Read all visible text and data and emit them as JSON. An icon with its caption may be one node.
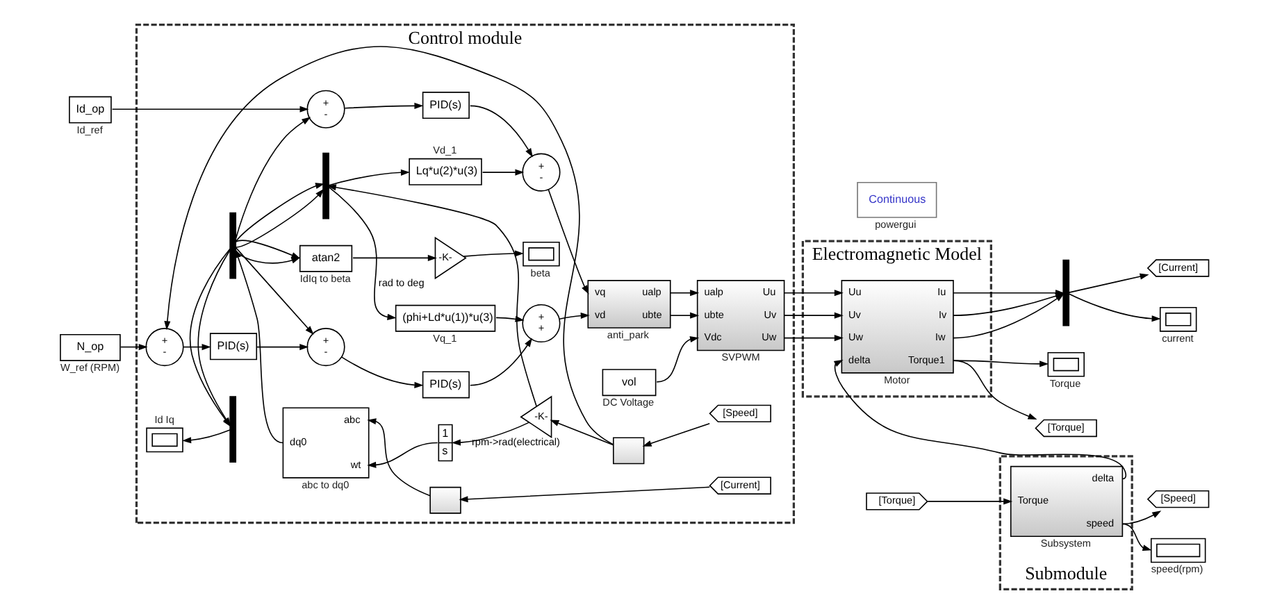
{
  "diagram": {
    "nodes": [
      {
        "text": [
          "Control module"
        ]
      },
      {
        "text": [
          "Electromagnetic Model"
        ]
      },
      {
        "text": [
          "Id_op"
        ],
        "beside": [
          "Id_ref"
        ]
      },
      {
        "text": [
          "+",
          "-"
        ],
        "in": 0
      },
      {
        "text": [
          "PID(s)"
        ],
        "in": 0
      },
      {
        "text": [
          "+",
          "-"
        ],
        "in": 0
      },
      {
        "text": [
          "vq",
          "ualp",
          "vd",
          "ubte"
        ],
        "beside": [
          "anti_park"
        ],
        "in": 0
      },
      {
        "text": [
          "ualp",
          "Uu",
          "ubte",
          "Uv",
          "Vdc",
          "Uw"
        ],
        "beside": [
          "SVPWM"
        ],
        "in": 0
      },
      {
        "text": [
          "Uu",
          "Iu",
          "Uv",
          "Iv",
          "Uw",
          "Iw",
          "delta",
          "Torque1"
        ],
        "beside": [
          "Motor"
        ],
        "in": 1
      },
      {
        "text": [],
        "shape": "bar"
      },
      {
        "text": [
          "[Current]"
        ]
      },
      {
        "text": [],
        "shape": "box",
        "beside": [
          "current"
        ]
      },
      {
        "text": [],
        "shape": "bar",
        "in": 0
      },
      {
        "text": [
          "Lq*u(2)*u(3)"
        ],
        "beside": [
          "Vd_1"
        ],
        "in": 0
      },
      {
        "text": [
          "(phi+Ld*u(1))*u(3)"
        ],
        "beside": [
          "Vq_1"
        ],
        "in": 0
      },
      {
        "text": [
          "vol"
        ],
        "beside": [
          "DC Voltage"
        ],
        "in": 0
      },
      {
        "text": [],
        "shape": "box",
        "beside": [
          "Torque"
        ]
      },
      {
        "text": [
          "[Torque]"
        ]
      },
      {
        "text": [
          "N_op"
        ],
        "beside": [
          "W_ref (RPM)"
        ]
      },
      {
        "text": [
          "+",
          "-"
        ],
        "in": 0
      },
      {
        "text": [
          "PID(s)"
        ],
        "in": 0
      },
      {
        "text": [
          "+",
          "-"
        ],
        "in": 0
      },
      {
        "text": [
          "PID(s)"
        ],
        "in": 0
      },
      {
        "text": [
          "+",
          "+"
        ],
        "in": 0
      },
      {
        "text": [
          "Submodule"
        ]
      },
      {
        "text": [
          "delta",
          "Torque",
          "speed"
        ],
        "beside": [
          "Subsystem"
        ],
        "in": 24
      },
      {
        "text": [
          "abc",
          "dq0",
          "wt"
        ],
        "beside": [
          "abc to dq0"
        ],
        "in": 0
      },
      {
        "text": [],
        "shape": "bar",
        "in": 0
      },
      {
        "text": [],
        "shape": "box",
        "in": 0
      },
      {
        "text": [
          "[Current]"
        ],
        "in": 0
      },
      {
        "text": [
          "1",
          "s"
        ],
        "in": 0
      },
      {
        "text": [
          "-K-"
        ],
        "beside": [
          "rpm->rad(electrical)"
        ],
        "in": 0
      },
      {
        "text": [],
        "shape": "box",
        "in": 0
      },
      {
        "text": [
          "[Speed]"
        ],
        "in": 0
      },
      {
        "text": [
          "[Torque]"
        ]
      },
      {
        "text": [
          "[Speed]"
        ]
      },
      {
        "text": [],
        "shape": "box",
        "beside": [
          "speed(rpm)"
        ]
      },
      {
        "text": [],
        "shape": "box",
        "beside": [
          "Id Iq"
        ],
        "in": 0
      },
      {
        "text": [],
        "shape": "bar",
        "in": 0
      },
      {
        "text": [
          "atan2"
        ],
        "beside": [
          "IdIq to beta"
        ],
        "in": 0
      },
      {
        "text": [
          "-K-"
        ],
        "beside": [
          "rad to deg"
        ],
        "in": 0
      },
      {
        "text": [],
        "shape": "box",
        "beside": [
          "beta"
        ],
        "in": 0
      },
      {
        "text": [
          "Continuous"
        ],
        "beside": [
          "powergui"
        ]
      }
    ],
    "edges": [
      {
        "from": 2,
        "to": 3,
        "arrow": "to"
      },
      {
        "from": 3,
        "to": 4,
        "arrow": "to"
      },
      {
        "from": 4,
        "to": 5,
        "arrow": "to"
      },
      {
        "from": 5,
        "to": 6,
        "arrow": "to"
      },
      {
        "from": 6,
        "to": 7,
        "arrow": "to"
      },
      {
        "from": 6,
        "to": 7,
        "arrow": "to"
      },
      {
        "from": 15,
        "to": 7,
        "arrow": "to"
      },
      {
        "from": 7,
        "to": 8,
        "arrow": "to"
      },
      {
        "from": 7,
        "to": 8,
        "arrow": "to"
      },
      {
        "from": 7,
        "to": 8,
        "arrow": "to"
      },
      {
        "from": 8,
        "to": 9,
        "arrow": "to"
      },
      {
        "from": 8,
        "to": 9,
        "arrow": "to"
      },
      {
        "from": 8,
        "to": 9,
        "arrow": "to"
      },
      {
        "from": 9,
        "to": 10,
        "arrow": "to"
      },
      {
        "from": 9,
        "to": 11,
        "arrow": "to"
      },
      {
        "from": 8,
        "to": 16,
        "arrow": "to"
      },
      {
        "from": 8,
        "to": 17,
        "arrow": "to"
      },
      {
        "from": 12,
        "to": 13,
        "arrow": "to"
      },
      {
        "from": 12,
        "to": 14,
        "arrow": "to"
      },
      {
        "from": 13,
        "to": 5,
        "arrow": "to"
      },
      {
        "from": 14,
        "to": 23,
        "arrow": "to"
      },
      {
        "from": 18,
        "to": 19,
        "arrow": "to"
      },
      {
        "from": 19,
        "to": 20,
        "arrow": "to"
      },
      {
        "from": 20,
        "to": 21,
        "arrow": "to"
      },
      {
        "from": 21,
        "to": 22,
        "arrow": "to"
      },
      {
        "from": 22,
        "to": 23,
        "arrow": "to"
      },
      {
        "from": 23,
        "to": 6,
        "arrow": "to"
      },
      {
        "from": 25,
        "to": 8,
        "arrow": "to"
      },
      {
        "from": 34,
        "to": 25,
        "arrow": "to"
      },
      {
        "from": 25,
        "to": 35,
        "arrow": "to"
      },
      {
        "from": 25,
        "to": 36,
        "arrow": "to"
      },
      {
        "from": 29,
        "to": 28,
        "arrow": "to"
      },
      {
        "from": 28,
        "to": 26,
        "arrow": "to"
      },
      {
        "from": 33,
        "to": 32,
        "arrow": "to"
      },
      {
        "from": 32,
        "to": 31,
        "arrow": "to"
      },
      {
        "from": 32,
        "to": 19,
        "arrow": "to"
      },
      {
        "from": 31,
        "to": 30,
        "arrow": "to"
      },
      {
        "from": 31,
        "to": 12,
        "arrow": "to"
      },
      {
        "from": 30,
        "to": 26,
        "arrow": "to"
      },
      {
        "from": 26,
        "to": 27,
        "arrow": "to"
      },
      {
        "from": 27,
        "to": 3,
        "arrow": "to"
      },
      {
        "from": 27,
        "to": 12,
        "arrow": "to"
      },
      {
        "from": 27,
        "to": 38,
        "arrow": "to"
      },
      {
        "from": 27,
        "to": 39,
        "arrow": "to"
      },
      {
        "from": 27,
        "to": 12,
        "arrow": "to"
      },
      {
        "from": 27,
        "to": 21,
        "arrow": "to"
      },
      {
        "from": 27,
        "to": 38,
        "arrow": "to"
      },
      {
        "from": 27,
        "to": 39,
        "arrow": "to"
      },
      {
        "from": 38,
        "to": 37,
        "arrow": "to"
      },
      {
        "from": 39,
        "to": 40,
        "arrow": "to"
      },
      {
        "from": 40,
        "to": 41,
        "arrow": "to"
      }
    ]
  }
}
